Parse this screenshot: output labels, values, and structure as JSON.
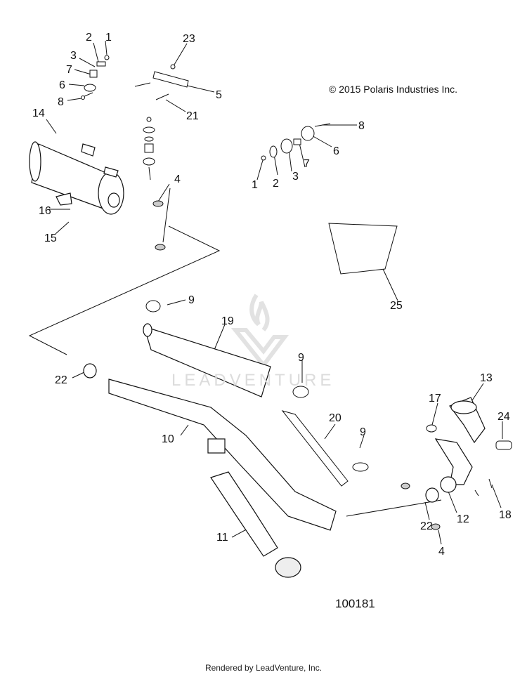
{
  "diagram": {
    "copyright": "© 2015 Polaris Industries Inc.",
    "diagram_number": "100181",
    "footer": "Rendered by LeadVenture, Inc.",
    "watermark": "LEADVENTURE",
    "callouts": [
      "1",
      "2",
      "3",
      "7",
      "6",
      "8",
      "23",
      "5",
      "21",
      "14",
      "4",
      "16",
      "15",
      "8",
      "6",
      "7",
      "3",
      "2",
      "1",
      "25",
      "9",
      "19",
      "22",
      "9",
      "10",
      "20",
      "9",
      "13",
      "17",
      "24",
      "11",
      "22",
      "12",
      "18",
      "4"
    ]
  }
}
